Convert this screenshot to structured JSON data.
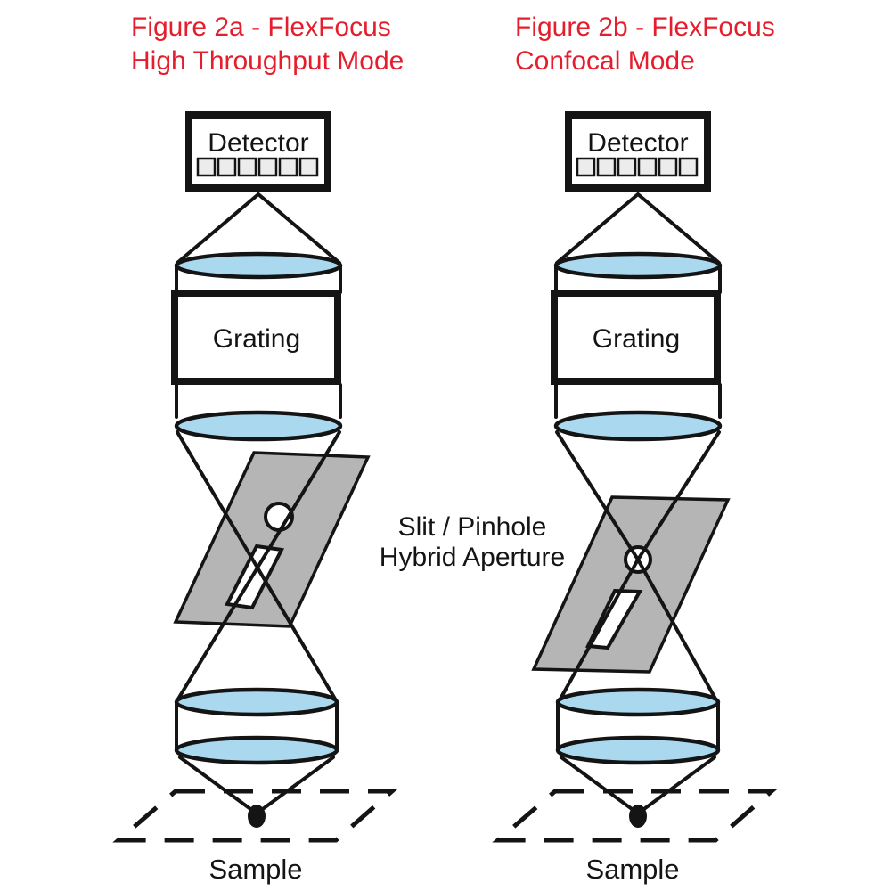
{
  "colors": {
    "title_red": "#e41e2d",
    "lens_blue": "#a9d8ef",
    "plate_gray": "#b5b5b5",
    "detector_cell_gray": "#ececec",
    "ink_black": "#141414",
    "background": "#ffffff"
  },
  "figure_a": {
    "title_line1": "Figure 2a - FlexFocus",
    "title_line2": "High Throughput Mode",
    "detector_label": "Detector",
    "detector_cell_count": 6,
    "grating_label": "Grating",
    "sample_label": "Sample",
    "beam_focus": "slit"
  },
  "figure_b": {
    "title_line1": "Figure 2b - FlexFocus",
    "title_line2": "Confocal Mode",
    "detector_label": "Detector",
    "detector_cell_count": 6,
    "grating_label": "Grating",
    "sample_label": "Sample",
    "beam_focus": "pinhole"
  },
  "aperture_label": {
    "line1": "Slit / Pinhole",
    "line2": "Hybrid Aperture"
  }
}
